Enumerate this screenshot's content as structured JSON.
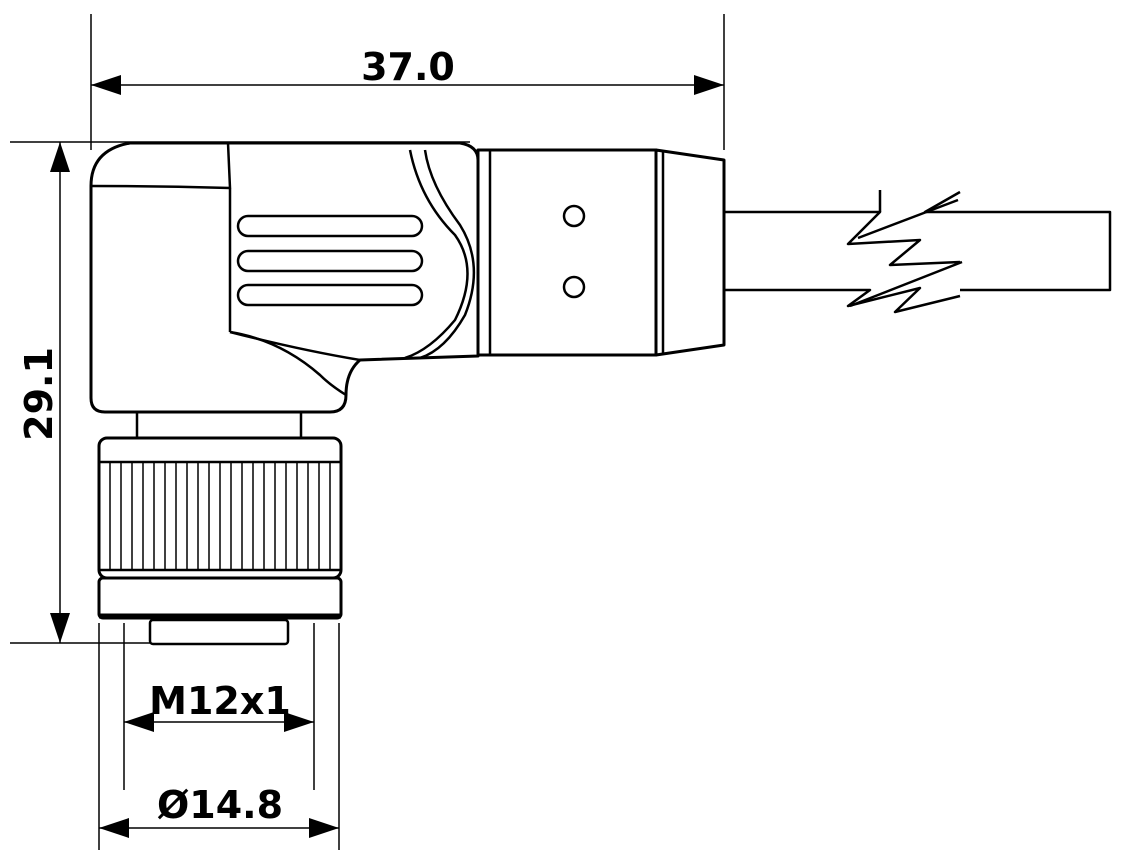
{
  "dimensions": {
    "width_label": "37.0",
    "height_label": "29.1",
    "thread_label": "M12x1",
    "diameter_label": "Ø14.8"
  },
  "colors": {
    "line": "#000000",
    "background": "#ffffff"
  }
}
